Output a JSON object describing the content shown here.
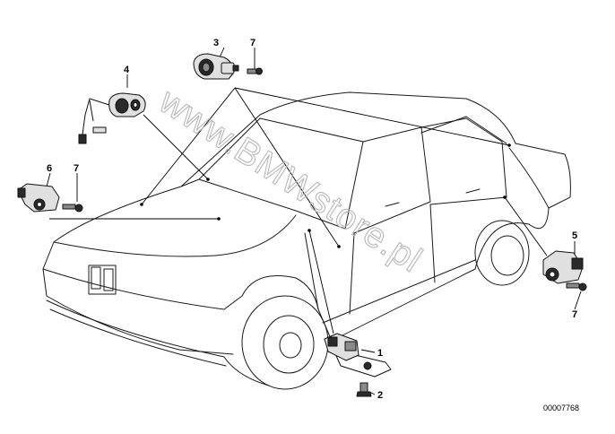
{
  "diagram": {
    "reference_code": "00007768",
    "watermark": "www.BMWstore.pl",
    "part_labels": [
      {
        "id": "1",
        "text": "1"
      },
      {
        "id": "2",
        "text": "2"
      },
      {
        "id": "3",
        "text": "3"
      },
      {
        "id": "4",
        "text": "4"
      },
      {
        "id": "5",
        "text": "5"
      },
      {
        "id": "6",
        "text": "6"
      },
      {
        "id": "7a",
        "text": "7"
      },
      {
        "id": "7b",
        "text": "7"
      },
      {
        "id": "7c",
        "text": "7"
      }
    ]
  },
  "colors": {
    "line": "#1a1a1a",
    "watermark": "#b8b8b8",
    "background": "#ffffff"
  }
}
